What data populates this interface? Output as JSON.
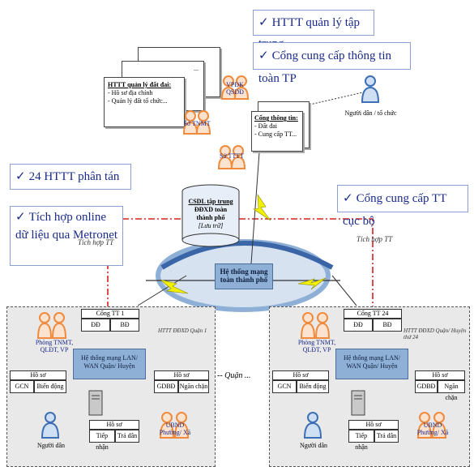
{
  "callouts": {
    "centralized": "HTTT quản lý tập trung",
    "portal_city": "Cổng cung cấp thông tin toàn TP",
    "distributed": "24 HTTT phân tán",
    "online_integration": "Tích hợp online dữ liệu qua Metronet",
    "portal_local": "Cổng cung cấp TT cục bộ",
    "check": "✓"
  },
  "land_system": {
    "title": "HTTT quản lý đất đai:",
    "items": [
      "Hồ sơ địa chính",
      "Quản lý đất tổ chức..."
    ],
    "ellipsis": "..."
  },
  "agencies": {
    "vpdk": "VPĐK QSDĐ",
    "so_tnmt": "Sở TNMT",
    "so_tttt": "Sở TTTT"
  },
  "portal": {
    "title": "Cổng thông tin:",
    "items": [
      "Đất đai",
      "Cung cấp TT..."
    ]
  },
  "citizen_org": "Người dân / tổ chức",
  "database": {
    "line1": "CSDL tập trung",
    "line2": "ĐĐXD toàn",
    "line3": "thành phố",
    "line4": "[Lưu trữ]"
  },
  "integration_left": "Tích hợp TT",
  "integration_right": "Tích hợp TT",
  "network_city": "Hệ thống mạng toàn thành phố",
  "left": {
    "gateway": "Cổng TT 1",
    "dd": "ĐĐ",
    "bd": "BĐ",
    "system_label": "HTTT ĐĐXD Quận 1",
    "office": "Phòng TNMT, QLĐT, VP",
    "lan": "Hệ thống mạng LAN/ WAN Quận/ Huyện",
    "hoso_left": "Hồ sơ",
    "gcn": "GCN",
    "biendong": "Biến động",
    "hoso_right": "Hồ sơ",
    "gdbd": "GDBĐ",
    "nganchan": "Ngăn chặn",
    "hoso_bottom": "Hồ sơ",
    "tiepnhan": "Tiếp nhận",
    "traloi": "Trả dân",
    "citizen": "Người dân",
    "ubnd": "UBND Phường/ Xã"
  },
  "right": {
    "gateway": "Cổng TT 24",
    "dd": "ĐĐ",
    "bd": "BĐ",
    "system_label": "HTTT ĐĐXD Quận/ Huyện thứ 24",
    "office": "Phòng TNMT, QLĐT, VP",
    "lan": "Hệ thống mạng LAN/ WAN Quận/ Huyện",
    "hoso_left": "Hồ sơ",
    "gcn": "GCN",
    "biendong": "Biến động",
    "hoso_right": "Hồ sơ",
    "gdbd": "GDBĐ",
    "nganchan": "Ngăn chặn",
    "hoso_bottom": "Hồ sơ",
    "tiepnhan": "Tiếp nhận",
    "traloi": "Trả dân",
    "citizen": "Người dân",
    "ubnd": "UBND Phường/ Xã"
  },
  "middle_dots": "-- Quận ...",
  "colors": {
    "callout_text": "#1a2a8a",
    "lan_fill": "#8fb0d6",
    "orange": "#f08a3c",
    "person_blue": "#3d6fb5",
    "dashdot_red": "#d62020"
  }
}
